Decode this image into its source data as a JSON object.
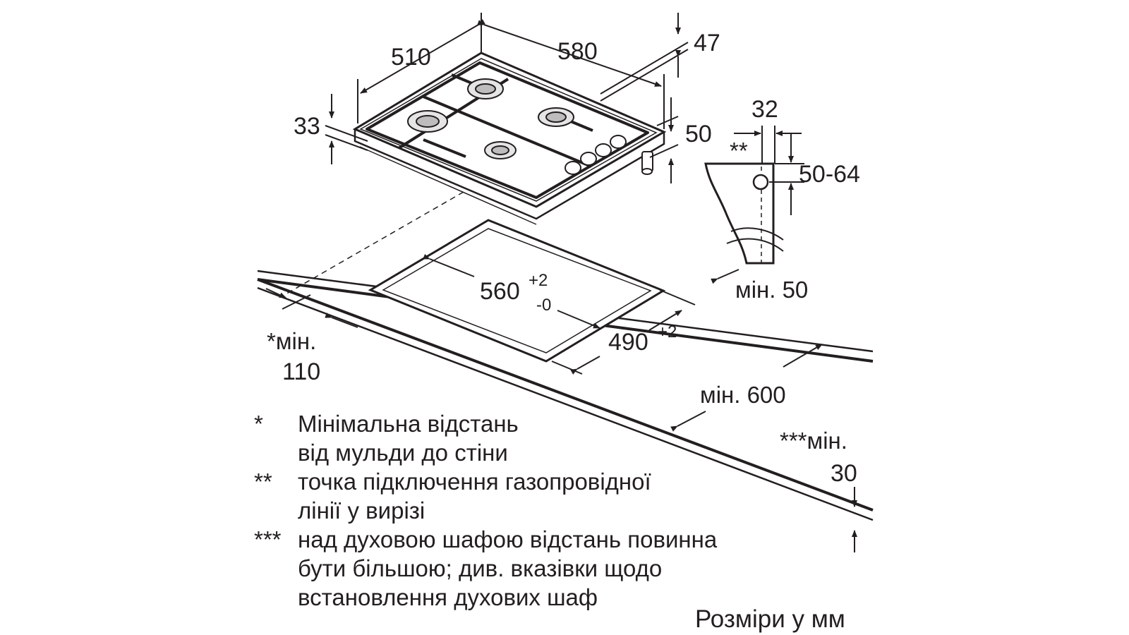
{
  "dimensions": {
    "depth_top": "510",
    "width_top": "580",
    "height_back": "47",
    "thickness_front": "33",
    "height_side": "50",
    "gas_offset": "32",
    "gas_height": "50-64",
    "gas_marker": "**",
    "cutout_width": "560",
    "cutout_width_tol_plus": "+2",
    "cutout_width_tol_minus": "-0",
    "cutout_depth": "490",
    "cutout_depth_tol_plus": "+2",
    "min_back": "мін. 50",
    "min_wall_label": "*мін.",
    "min_wall_value": "110",
    "min_front": "мін. 600",
    "min_oven_label": "***мін.",
    "min_oven_value": "30"
  },
  "legend": {
    "items": [
      {
        "mark": "*",
        "lines": [
          "Мінімальна відстань",
          "від мульди до стіни"
        ]
      },
      {
        "mark": "**",
        "lines": [
          "точка підключення газопровідної",
          "лінії у вирізі"
        ]
      },
      {
        "mark": "***",
        "lines": [
          "над духовою шафою відстань повинна",
          "бути більшою; див. вказівки щодо",
          "встановлення духових шаф"
        ]
      }
    ]
  },
  "units_note": "Розміри у мм"
}
